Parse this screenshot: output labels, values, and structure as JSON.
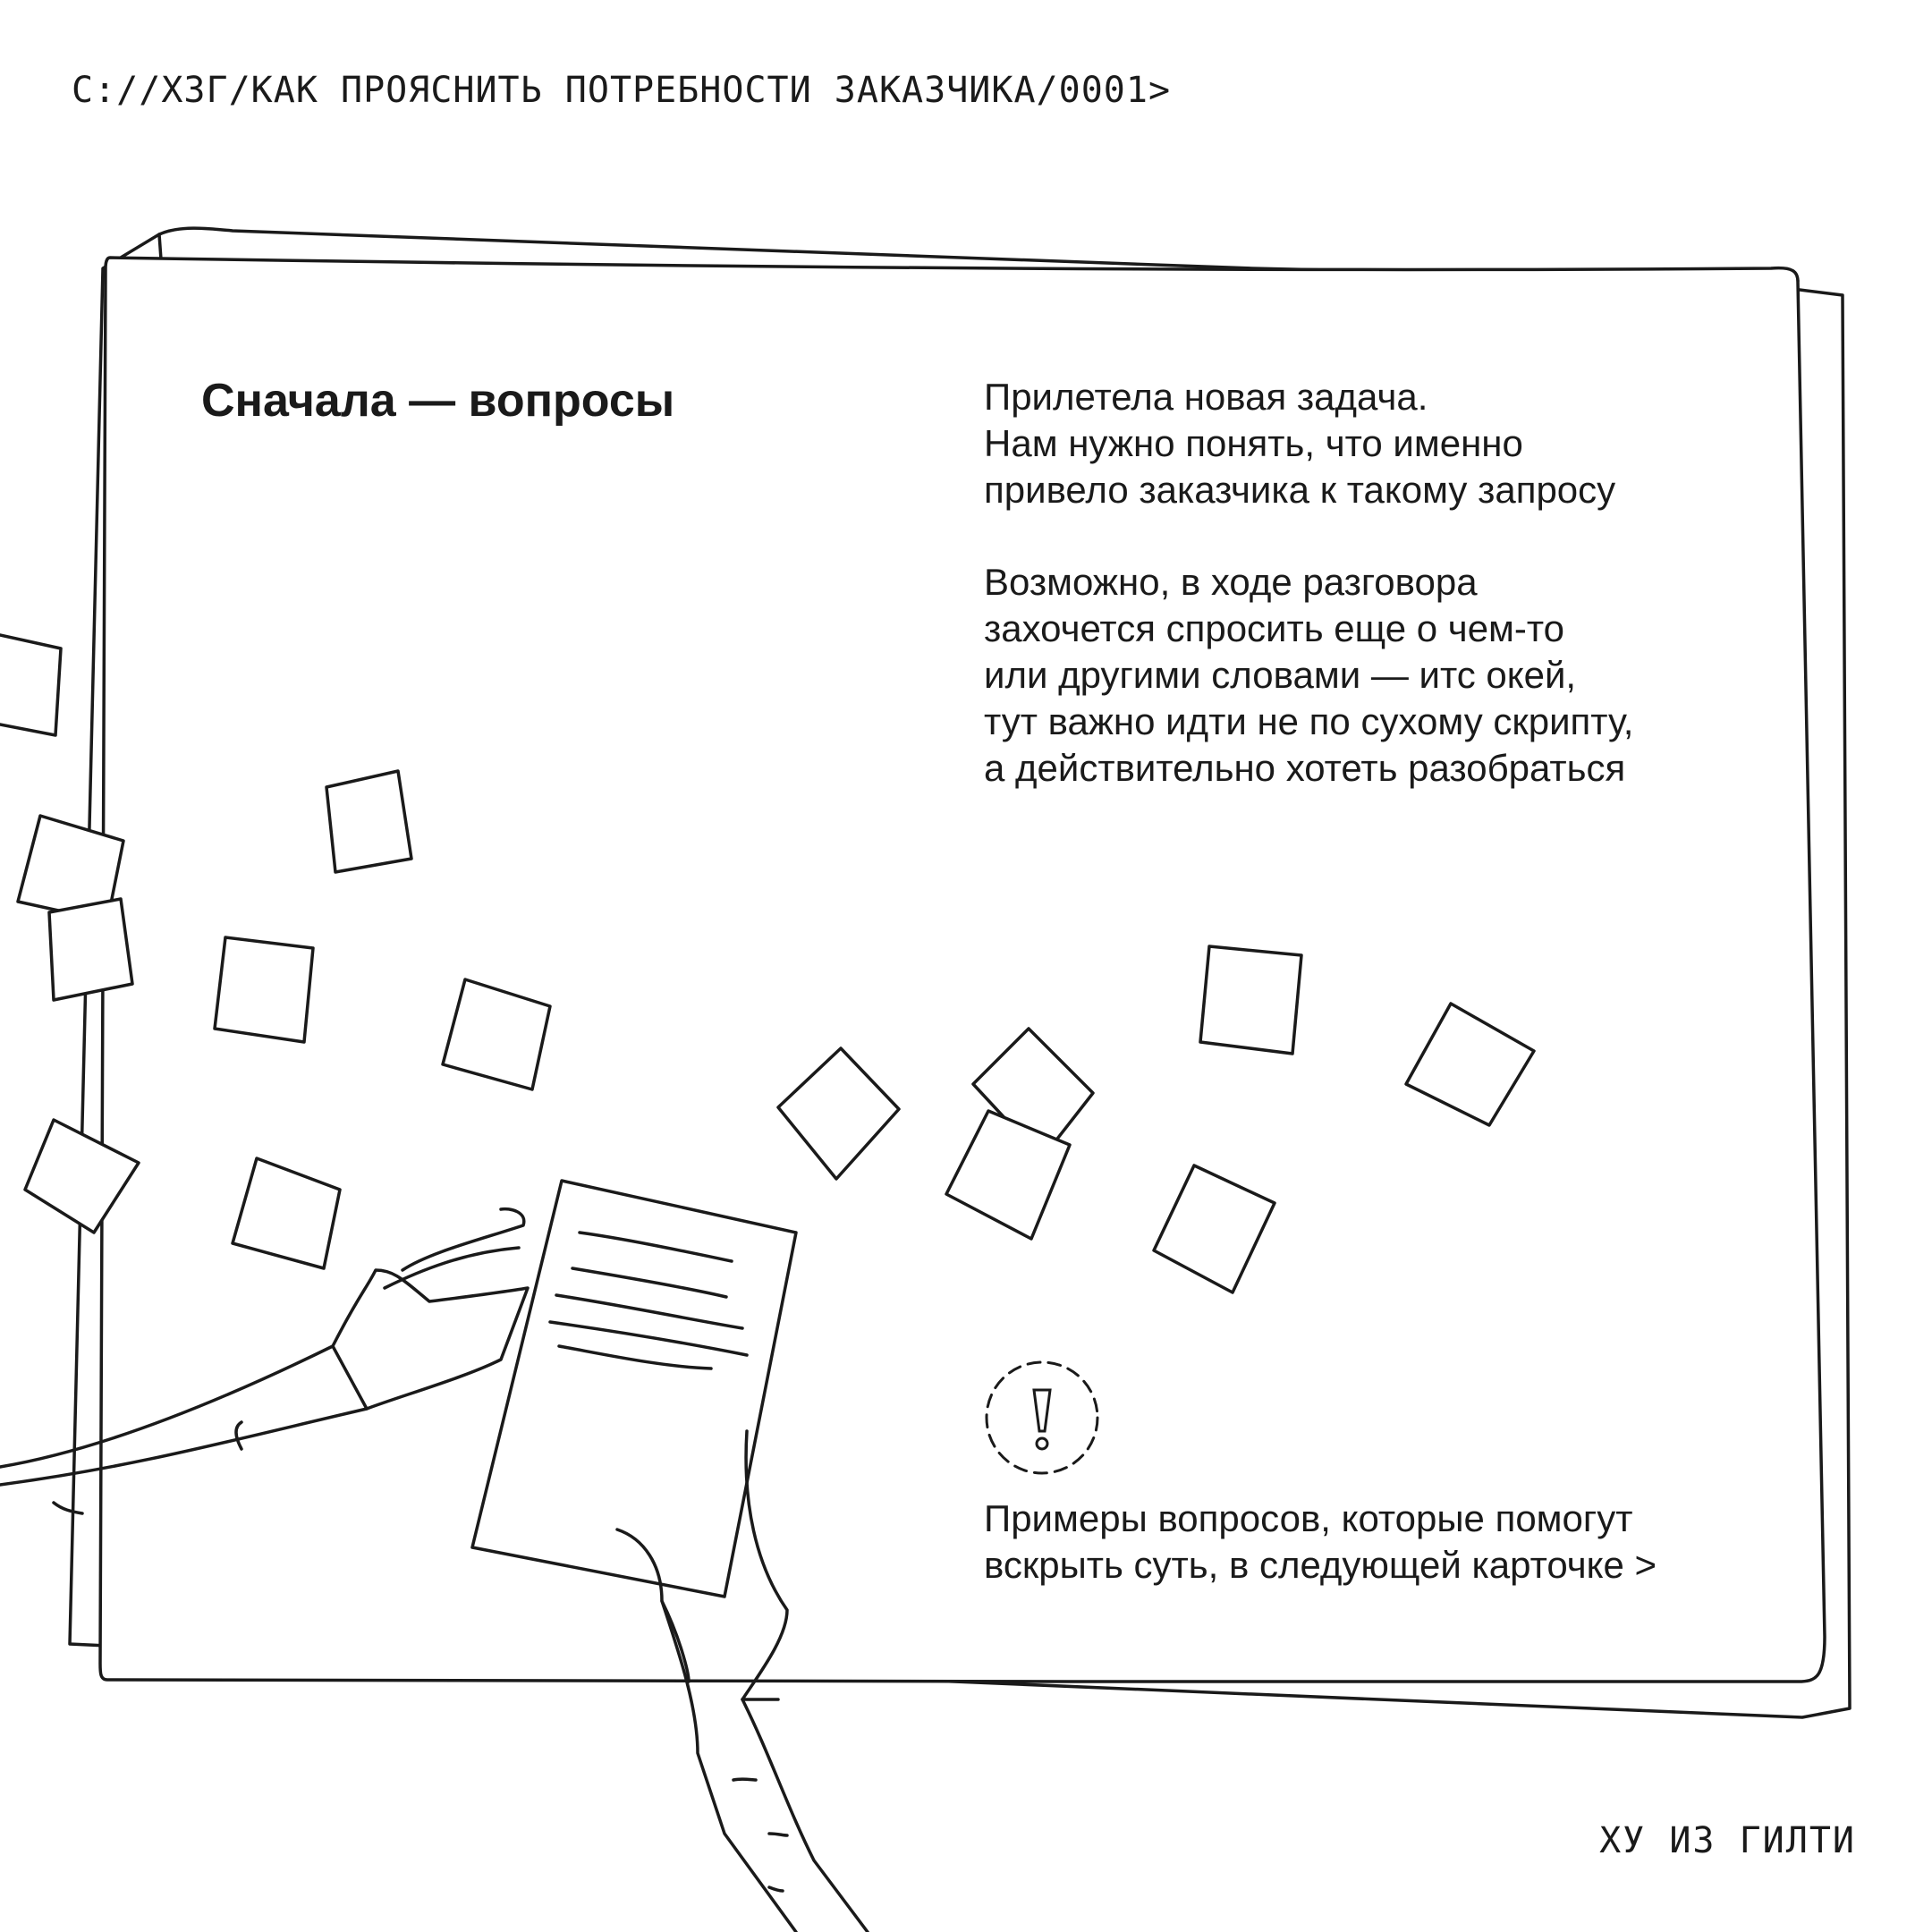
{
  "header": {
    "path": "С://ХЗГ/КАК ПРОЯСНИТЬ ПОТРЕБНОСТИ ЗАКАЗЧИКА/0001>"
  },
  "card": {
    "title": "Сначала — вопросы",
    "intro_lines": [
      "Прилетела новая задача.",
      "Нам нужно понять, что именно",
      "привело заказчика к такому запросу"
    ],
    "body_lines": [
      "Возможно, в ходе разговора",
      "захочется спросить еще о чем-то",
      "или другими словами — итс окей,",
      "тут важно идти не по сухому скрипту,",
      "а действительно хотеть разобраться"
    ],
    "note_icon": "exclamation-circle-icon",
    "note_lines": [
      "Примеры вопросов, которые помогут",
      "вскрыть суть, в следующей карточке >"
    ]
  },
  "illustration": {
    "description_icon": "hands-holding-document",
    "line_color": "#1a1a1a",
    "background": "#ffffff"
  },
  "footer": {
    "brand": "ХУ ИЗ ГИЛТИ"
  }
}
